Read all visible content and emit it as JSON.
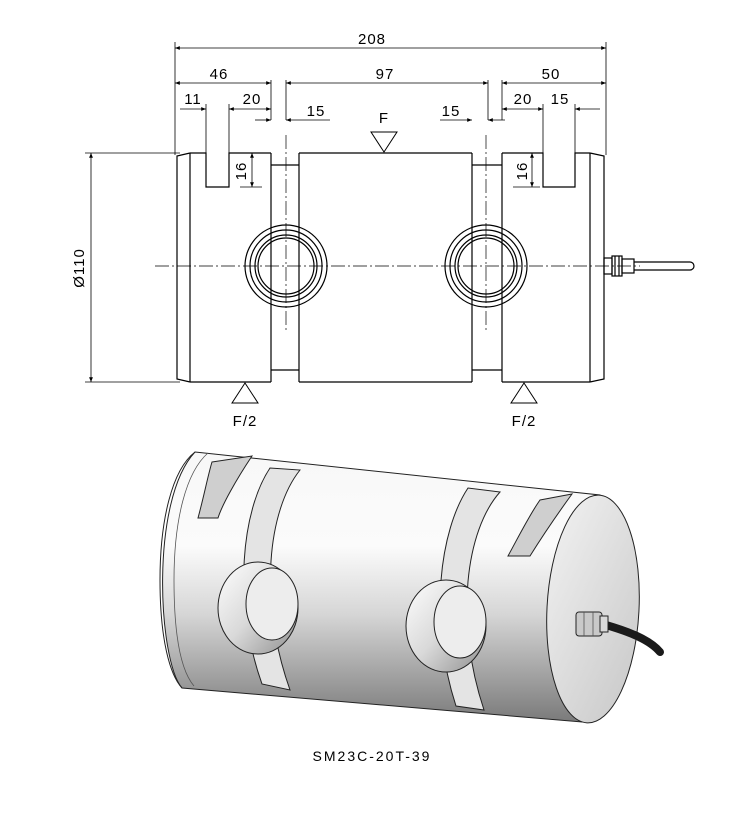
{
  "dimensions": {
    "overall": "208",
    "left_section": "46",
    "middle_section": "97",
    "right_section": "50",
    "left_slot_offset": "11",
    "left_slot_width": "20",
    "left_groove": "15",
    "right_groove": "15",
    "right_slot_width": "20",
    "right_slot_offset": "15",
    "left_slot_depth": "16",
    "right_slot_depth": "16",
    "diameter": "Ø110"
  },
  "loads": {
    "center": "F",
    "left_support": "F/2",
    "right_support": "F/2"
  },
  "model": "SM23C-20T-39",
  "colors": {
    "line": "#000000",
    "metal_light": "#f4f4f4",
    "metal_dark": "#8a8a8a",
    "cable": "#1a1a1a"
  }
}
